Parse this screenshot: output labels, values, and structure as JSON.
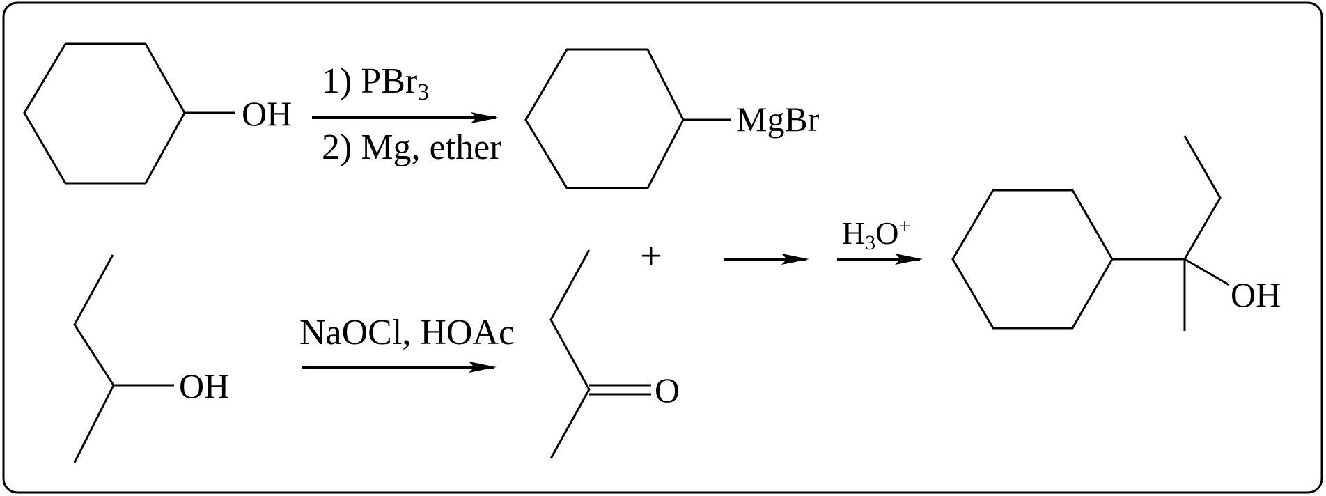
{
  "scheme": {
    "reactant1": {
      "label": "OH"
    },
    "step1": {
      "reagent_line1": {
        "prefix": "1) PBr",
        "sub": "3"
      },
      "reagent_line2": "2) Mg, ether"
    },
    "grignard": {
      "label": "MgBr"
    },
    "reactant2": {
      "label": "OH"
    },
    "step2": {
      "reagent": "NaOCl, HOAc"
    },
    "ketone": {
      "label": "O"
    },
    "plus": "+",
    "step3": {
      "reagent": {
        "h": "H",
        "sub": "3",
        "o": "O",
        "sup": "+"
      }
    },
    "product": {
      "label": "OH"
    }
  }
}
